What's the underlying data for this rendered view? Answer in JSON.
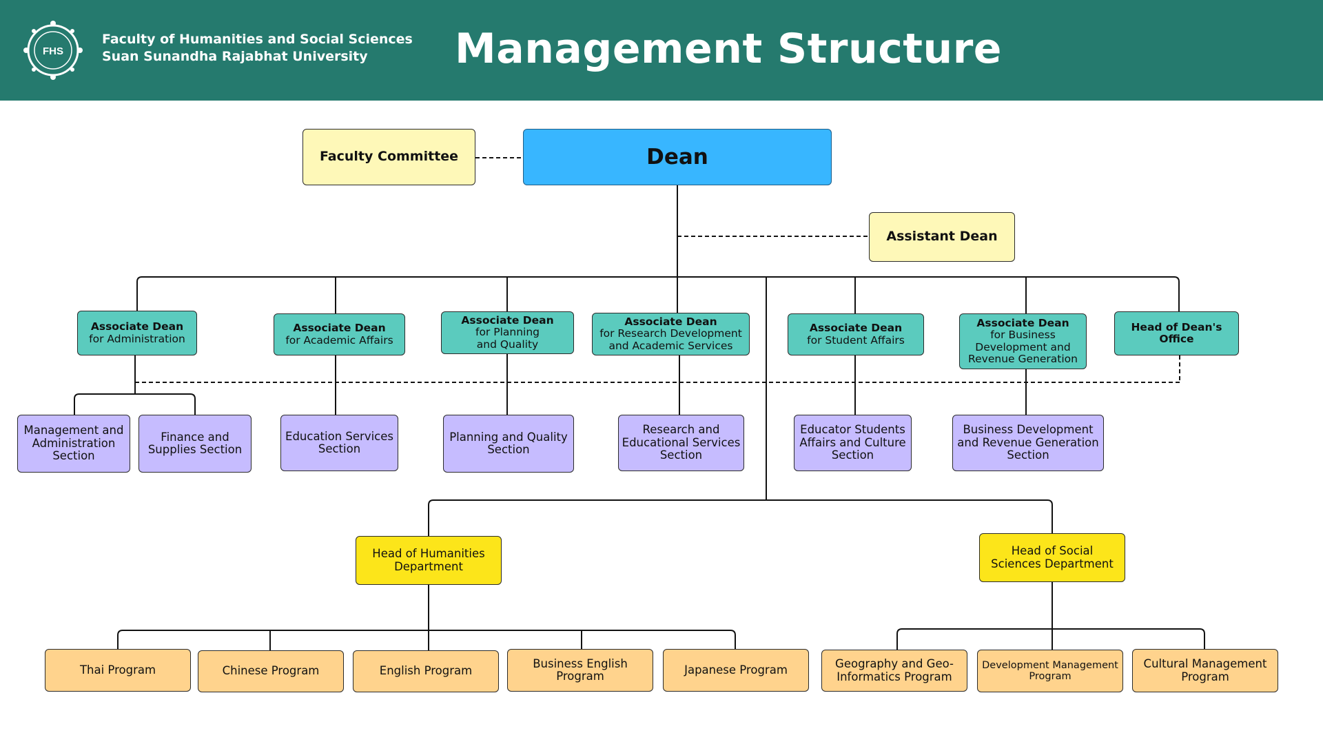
{
  "header": {
    "logo_text": "FHS",
    "org_line1": "Faculty of Humanities and Social Sciences",
    "org_line2": "Suan Sunandha Rajabhat University",
    "title": "Management Structure"
  },
  "colors": {
    "header_bg": "#257A6E",
    "dean": "#38B6FF",
    "committee": "#FEF8B8",
    "associate_dean": "#5BCBBE",
    "section": "#C6BCFF",
    "department_head": "#FCE51A",
    "program": "#FFD38D"
  },
  "top": {
    "faculty_committee": "Faculty Committee",
    "dean": "Dean",
    "assistant_dean": "Assistant Dean"
  },
  "associates": [
    {
      "title": "Associate Dean",
      "sub": "for Administration"
    },
    {
      "title": "Associate Dean",
      "sub": "for Academic Affairs"
    },
    {
      "title": "Associate Dean",
      "sub": "for Planning\nand Quality"
    },
    {
      "title": "Associate Dean",
      "sub": "for Research Development\nand Academic Services"
    },
    {
      "title": "Associate Dean",
      "sub": "for Student Affairs"
    },
    {
      "title": "Associate Dean",
      "sub": "for Business\nDevelopment and\nRevenue Generation"
    },
    {
      "title": "Head of Dean's Office",
      "sub": ""
    }
  ],
  "sections": [
    "Management and\nAdministration\nSection",
    "Finance and\nSupplies Section",
    "Education Services\nSection",
    "Planning and Quality\nSection",
    "Research and\nEducational Services\nSection",
    "Educator Students\nAffairs and Culture\nSection",
    "Business Development\nand Revenue Generation\nSection"
  ],
  "departments": [
    "Head of Humanities\nDepartment",
    "Head of Social\nSciences Department"
  ],
  "programs": [
    "Thai Program",
    "Chinese Program",
    "English Program",
    "Business English\nProgram",
    "Japanese Program",
    "Geography and Geo-\nInformatics Program",
    "Development Management\nProgram",
    "Cultural Management\nProgram"
  ]
}
